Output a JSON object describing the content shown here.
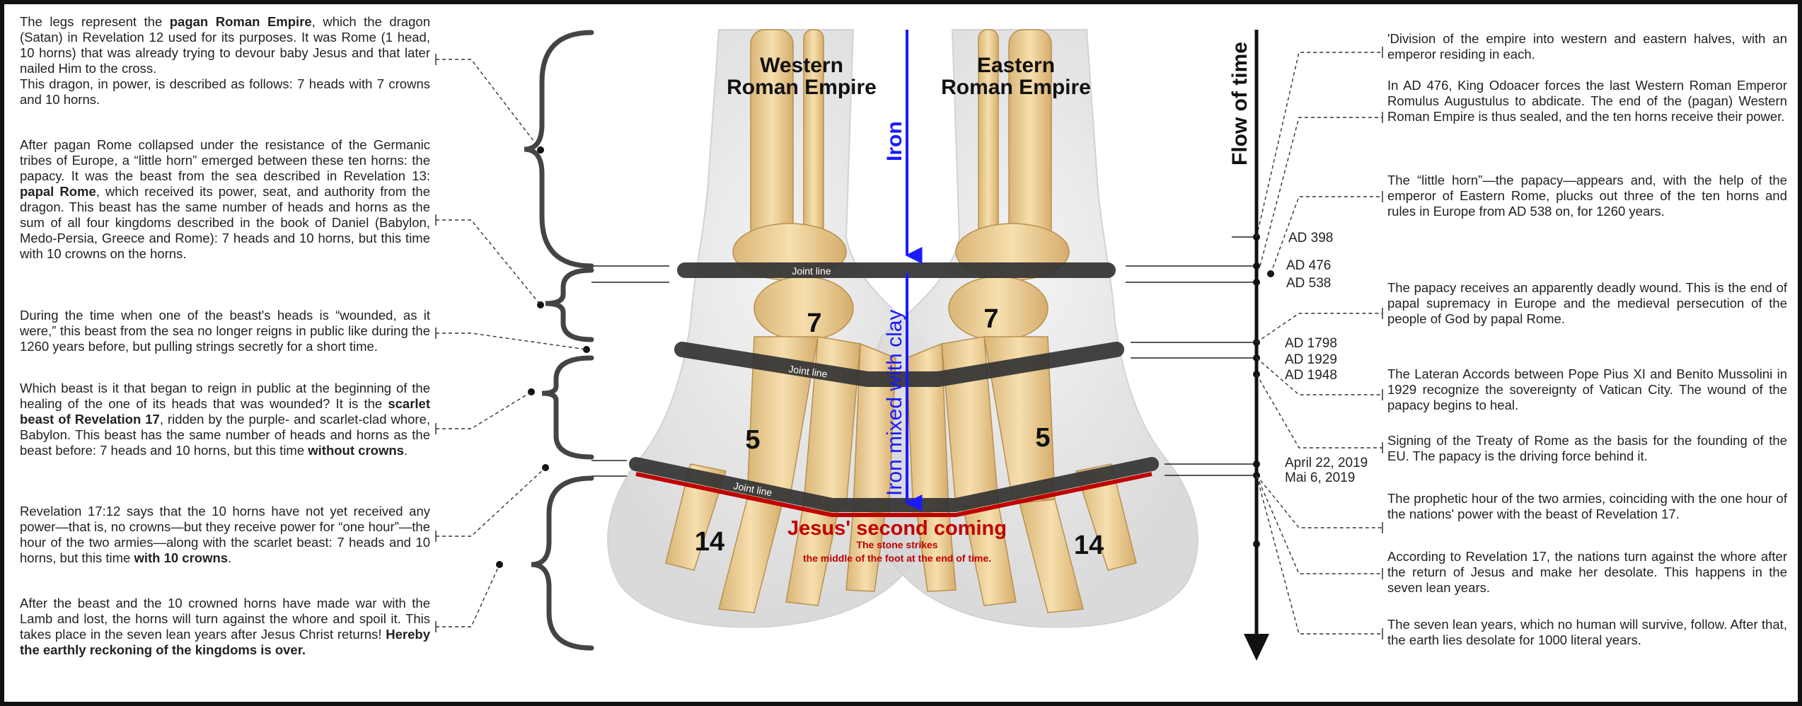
{
  "regions": {
    "west": [
      "Western",
      "Roman Empire"
    ],
    "east": [
      "Eastern",
      "Roman Empire"
    ]
  },
  "labels": {
    "iron": "Iron",
    "iron_clay": "Iron mixed with clay",
    "joint_line": "Joint line",
    "second_coming": "Jesus' second coming",
    "stone_line1": "The stone strikes",
    "stone_line2": "the middle of the foot at the end of time.",
    "flow_of_time": "Flow of time",
    "n7": "7",
    "n5": "5",
    "n14": "14"
  },
  "left_texts": [
    [
      "The legs represent the ",
      {
        "b": "pagan Roman Empire"
      },
      ", which the dragon (Satan) in Revelation 12 used for its purposes. It was Rome (1 head, 10 horns) that was already trying to devour baby Jesus and that later nailed Him to the cross.",
      {
        "br": 1
      },
      "This dragon, in power, is described as follows: 7 heads with 7 crowns and 10 horns."
    ],
    [
      "After pagan Rome collapsed under the resistance of the Germanic tribes of Europe, a “little horn” emerged between these ten horns: the papacy. It was the beast from the sea described in Revelation 13: ",
      {
        "b": "papal Rome"
      },
      ", which received its power, seat, and authority from the dragon. This beast has the same number of heads and horns as the sum of all four kingdoms described in the book of Daniel (Babylon, Medo-Persia, Greece and Rome):  7 heads and 10 horns, but this time with 10 crowns on the horns."
    ],
    [
      "During the time when one of the beast's heads is “wounded, as it were,” this beast from the sea no longer reigns in public like during the 1260 years before, but pulling strings secretly for a short time."
    ],
    [
      "Which beast is it that began to reign in public at the beginning of the healing of the one of its heads that was wounded? It is the ",
      {
        "b": "scarlet beast of Revelation 17"
      },
      ", ridden by the purple- and scarlet-clad whore, Babylon. This beast has the same number of heads and horns as the beast before: 7 heads and 10 horns, but this time ",
      {
        "b": "without crowns"
      },
      "."
    ],
    [
      "Revelation 17:12 says that the 10 horns have not yet received any power—that is, no crowns—but they receive power for “one hour”—the hour of the two armies—along with the scarlet beast: 7 heads and 10 horns, but this time ",
      {
        "b": "with 10 crowns"
      },
      "."
    ],
    [
      "After the beast and the 10 crowned horns have made war with the Lamb and lost, the horns will turn against the whore and spoil it. This takes place in the seven lean years after Jesus Christ returns! ",
      {
        "b": "Hereby the earthly reckoning of the kingdoms is over."
      }
    ]
  ],
  "right_texts": [
    [
      "'Division of the empire into western and eastern halves, with an emperor residing in each."
    ],
    [
      "In AD 476, King Odoacer forces the last Western Roman Emperor Romulus Augustulus to abdicate. The end of the (pagan) Western Roman Empire is thus sealed, and the ten horns receive their power."
    ],
    [
      "The “little horn”—the papacy—appears and, with the help of the emperor of Eastern Rome, plucks out three of the ten horns and rules in Europe from AD 538 on, for 1260 years."
    ],
    [
      "The papacy receives an apparently deadly wound. This is the end of papal supremacy in Europe and the medieval persecution of the people of God by papal Rome."
    ],
    [
      "The Lateran Accords between Pope Pius XI and Benito Mussolini in 1929 recognize the sovereignty of Vatican City. The wound of the papacy begins to heal."
    ],
    [
      "Signing of the Treaty of Rome as the basis for the founding of the EU. The papacy is the driving force behind it."
    ],
    [
      "The prophetic hour of the two armies, coinciding with the one hour of the nations' power with the beast of Revelation 17."
    ],
    [
      "According to Revelation 17, the nations turn against the whore after the return of Jesus and make her desolate. This happens in the seven lean years."
    ],
    [
      "The seven lean years, which no human will survive, follow. After that, the earth lies desolate for 1000 literal years."
    ]
  ],
  "dates": [
    "AD 398",
    "AD 476",
    "AD 538",
    "AD 1798",
    "AD 1929",
    "AD 1948",
    "April 22, 2019",
    "Mai 6, 2019"
  ],
  "colors": {
    "iron": "#1a1aff",
    "second_coming": "#c00000",
    "joint": "#333333",
    "bone": "#eecf95"
  }
}
